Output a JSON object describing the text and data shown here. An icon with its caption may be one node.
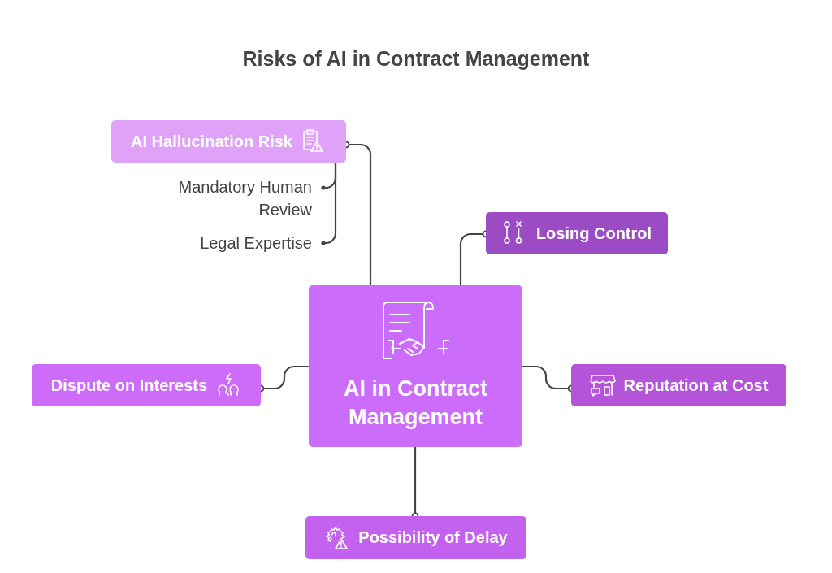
{
  "diagram": {
    "title": "Risks of AI in Contract Management",
    "nodes": [
      {
        "text": [
          "AI Hallucination Risk"
        ]
      },
      {
        "text": [
          "Mandatory Human Review"
        ]
      },
      {
        "text": [
          "Legal Expertise"
        ]
      },
      {
        "text": [
          "Losing Control"
        ]
      },
      {
        "text": [
          "AI in Contract Management"
        ]
      },
      {
        "text": [
          "Dispute on Interests"
        ]
      },
      {
        "text": [
          "Reputation at Cost"
        ]
      },
      {
        "text": [
          "Possibility of Delay"
        ]
      }
    ],
    "edges": [
      {
        "from": 4,
        "to": 0,
        "arrow": "other"
      },
      {
        "from": 0,
        "to": 1,
        "arrow": "other"
      },
      {
        "from": 0,
        "to": 2,
        "arrow": "other"
      },
      {
        "from": 4,
        "to": 3,
        "arrow": "other"
      },
      {
        "from": 4,
        "to": 5,
        "arrow": "other"
      },
      {
        "from": 4,
        "to": 6,
        "arrow": "other"
      },
      {
        "from": 4,
        "to": 7,
        "arrow": "other"
      }
    ]
  }
}
